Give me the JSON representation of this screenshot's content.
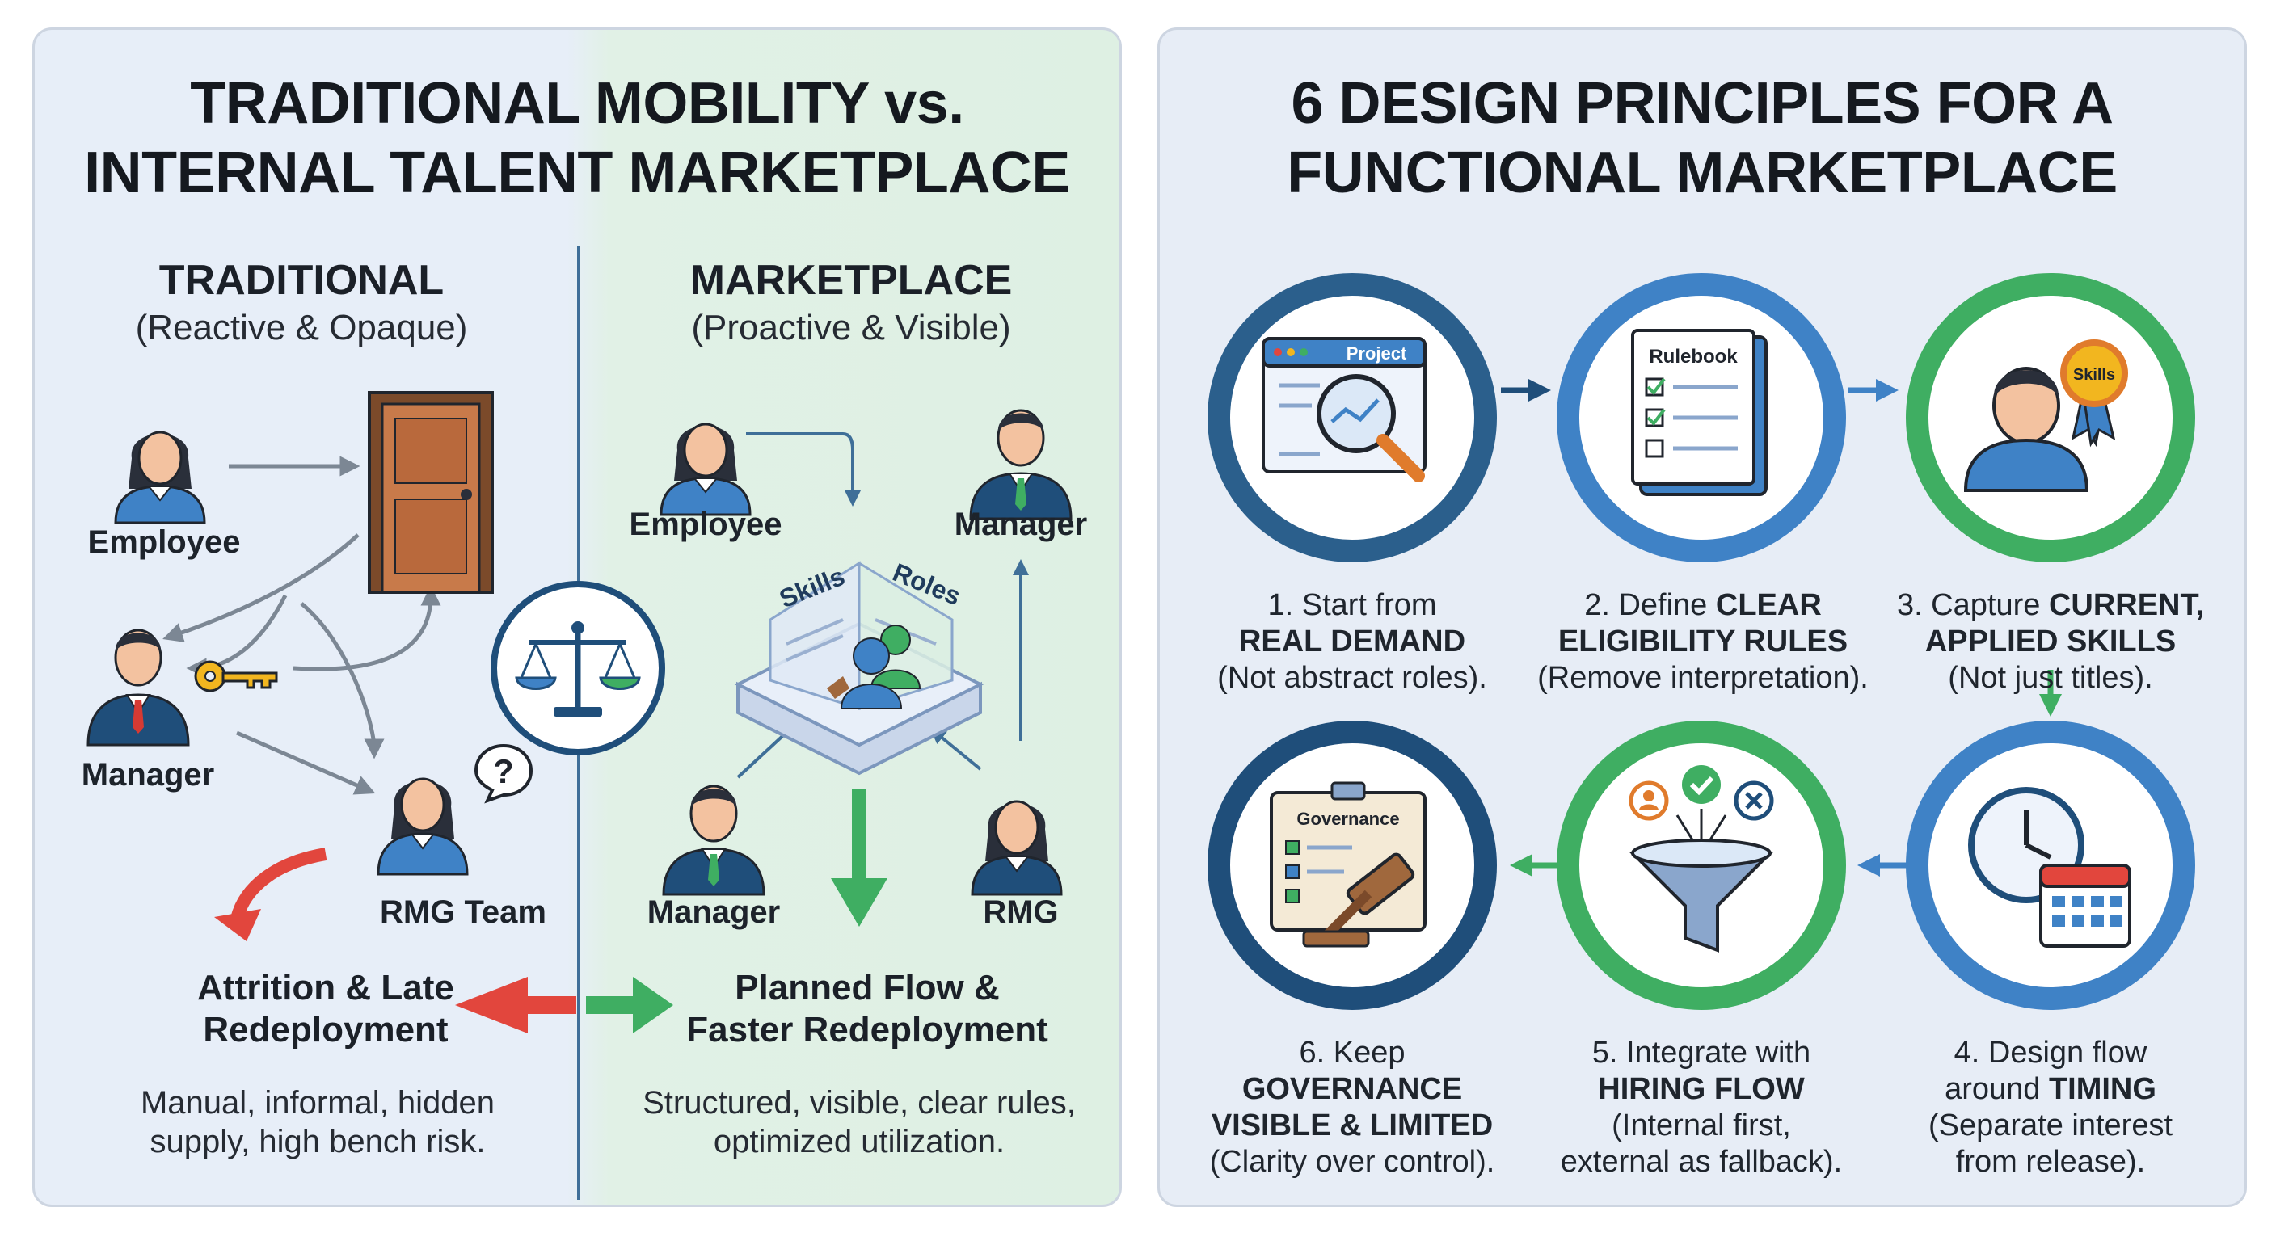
{
  "left": {
    "title_line1": "TRADITIONAL MOBILITY vs.",
    "title_line2": "INTERNAL TALENT MARKETPLACE",
    "traditional": {
      "heading": "TRADITIONAL",
      "subheading": "(Reactive & Opaque)",
      "employee_label": "Employee",
      "manager_label": "Manager",
      "rmg_label": "RMG Team",
      "outcome_line1": "Attrition & Late",
      "outcome_line2": "Redeployment",
      "desc_line1": "Manual, informal, hidden",
      "desc_line2": "supply, high bench risk."
    },
    "marketplace": {
      "heading": "MARKETPLACE",
      "subheading": "(Proactive & Visible)",
      "employee_label": "Employee",
      "manager_top_label": "Manager",
      "manager_bottom_label": "Manager",
      "rmg_label": "RMG",
      "platform_left_tag": "Skills",
      "platform_right_tag": "Roles",
      "outcome_line1": "Planned Flow &",
      "outcome_line2": "Faster Redeployment",
      "desc_line1": "Structured, visible, clear rules,",
      "desc_line2": "optimized utilization."
    },
    "icons": [
      "door-icon",
      "key-icon",
      "question-bubble-icon",
      "scale-icon",
      "platform-icon"
    ]
  },
  "right": {
    "title_line1": "6 DESIGN PRINCIPLES FOR A",
    "title_line2": "FUNCTIONAL MARKETPLACE",
    "principles": [
      {
        "line1": "1. Start from",
        "line2": "REAL DEMAND",
        "line3": "(Not abstract roles).",
        "icon_text": "Project",
        "icon": "project-search-icon",
        "ring": "#2b5f8c"
      },
      {
        "line1_pre": "2. Define ",
        "line1_bold": "CLEAR",
        "line2": "ELIGIBILITY RULES",
        "line3": "(Remove interpretation).",
        "icon_text": "Rulebook",
        "icon": "rulebook-icon",
        "ring": "#3f82c6"
      },
      {
        "line1_pre": "3. Capture ",
        "line1_bold": "CURRENT,",
        "line2": "APPLIED SKILLS",
        "line3": "(Not just titles).",
        "icon_text": "Skills",
        "icon": "skills-badge-icon",
        "ring": "#3fae62"
      },
      {
        "line1": "4. Design flow",
        "line2_pre": "around ",
        "line2_bold": "TIMING",
        "line3": "(Separate interest",
        "line4": "from release).",
        "icon": "clock-calendar-icon",
        "ring": "#3f82c6"
      },
      {
        "line1": "5. Integrate with",
        "line2": "HIRING FLOW",
        "line3": "(Internal first,",
        "line4": "external as fallback).",
        "icon": "funnel-icon",
        "ring": "#3fae62"
      },
      {
        "line1": "6. Keep",
        "line2": "GOVERNANCE",
        "line3": "VISIBLE & LIMITED",
        "line4": "(Clarity over control).",
        "icon_text": "Governance",
        "icon": "governance-gavel-icon",
        "ring": "#1f4e7a"
      }
    ]
  },
  "colors": {
    "navy": "#1f4e7a",
    "blue": "#3f82c6",
    "green": "#3fae62",
    "red": "#e2463d",
    "arrow_gray": "#7c8794"
  }
}
